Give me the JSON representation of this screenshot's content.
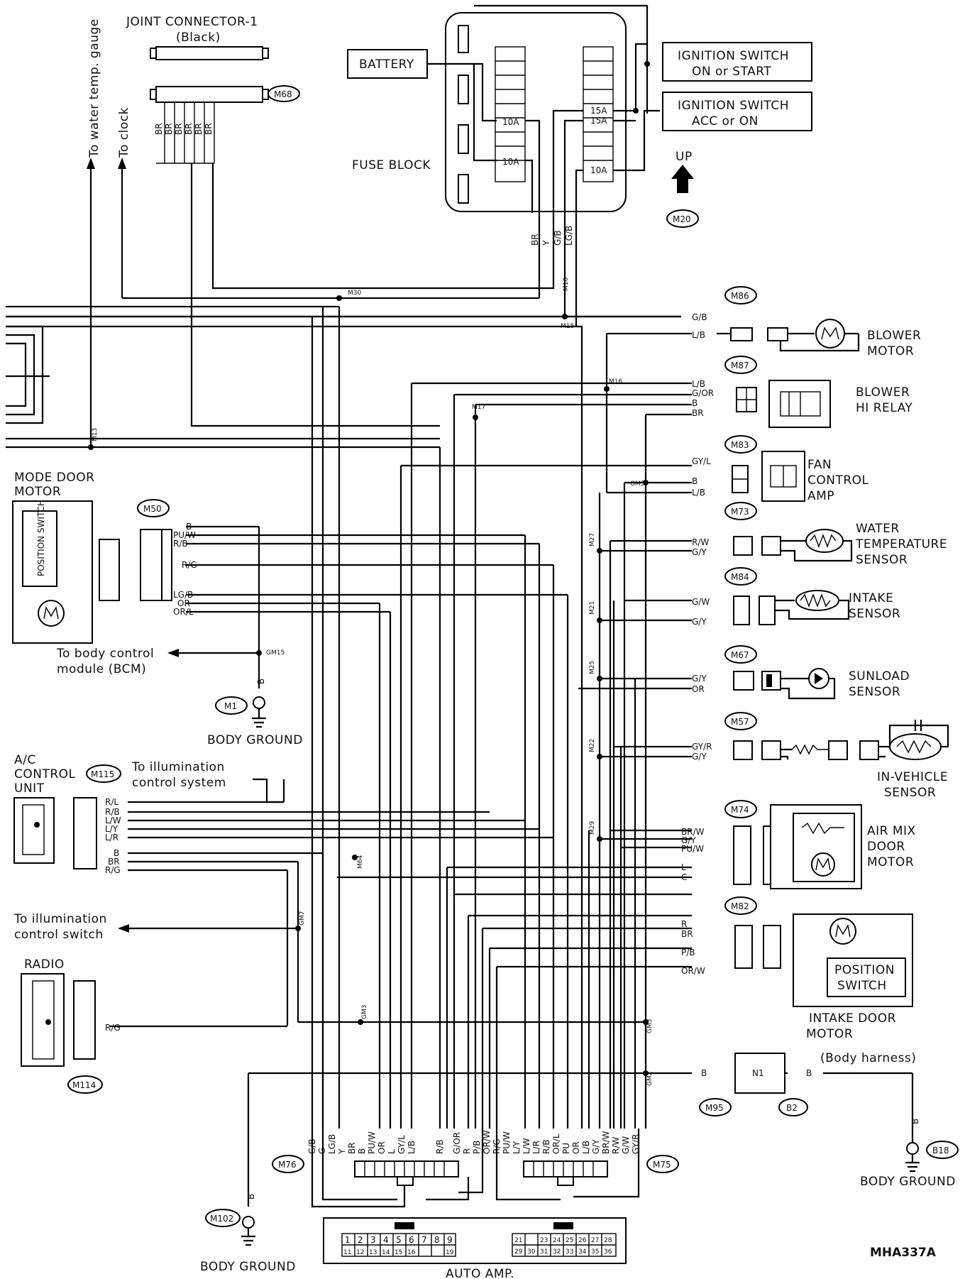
{
  "diagram_id": "MHA337A",
  "labels": {
    "joint_connector": "JOINT CONNECTOR-1",
    "joint_connector_color": "(Black)",
    "to_water_temp_gauge": "To water temp. gauge",
    "to_clock": "To clock",
    "battery": "BATTERY",
    "fuse_block": "FUSE BLOCK",
    "ign_on_start_1": "IGNITION SWITCH",
    "ign_on_start_2": "ON or START",
    "ign_acc_on_1": "IGNITION SWITCH",
    "ign_acc_on_2": "ACC or ON",
    "up": "UP",
    "blower_motor_1": "BLOWER",
    "blower_motor_2": "MOTOR",
    "blower_relay_1": "BLOWER",
    "blower_relay_2": "HI RELAY",
    "fan_amp_1": "FAN",
    "fan_amp_2": "CONTROL",
    "fan_amp_3": "AMP",
    "water_temp_1": "WATER",
    "water_temp_2": "TEMPERATURE",
    "water_temp_3": "SENSOR",
    "intake_sensor_1": "INTAKE",
    "intake_sensor_2": "SENSOR",
    "sunload_1": "SUNLOAD",
    "sunload_2": "SENSOR",
    "in_vehicle_1": "IN-VEHICLE",
    "in_vehicle_2": "SENSOR",
    "air_mix_1": "AIR MIX",
    "air_mix_2": "DOOR",
    "air_mix_3": "MOTOR",
    "position_switch_1": "POSITION",
    "position_switch_2": "SWITCH",
    "intake_door_1": "INTAKE DOOR",
    "intake_door_2": "MOTOR",
    "mode_door_1": "MODE DOOR",
    "mode_door_2": "MOTOR",
    "mode_position_switch": "POSITION SWITCH",
    "to_bcm_1": "To body control",
    "to_bcm_2": "module (BCM)",
    "body_ground": "BODY GROUND",
    "ac_unit_1": "A/C",
    "ac_unit_2": "CONTROL",
    "ac_unit_3": "UNIT",
    "to_illum_system_1": "To illumination",
    "to_illum_system_2": "control system",
    "to_illum_switch_1": "To illumination",
    "to_illum_switch_2": "control switch",
    "radio": "RADIO",
    "body_harness": "(Body harness)",
    "auto_amp": "AUTO AMP."
  },
  "connectors": {
    "m68": "M68",
    "m20": "M20",
    "m86": "M86",
    "m87": "M87",
    "m83": "M83",
    "m73": "M73",
    "m84": "M84",
    "m67": "M67",
    "m57": "M57",
    "m74": "M74",
    "m82": "M82",
    "m50": "M50",
    "m1": "M1",
    "m115": "M115",
    "m114": "M114",
    "m76": "M76",
    "m75": "M75",
    "m95": "M95",
    "b2": "B2",
    "b18": "B18",
    "m102": "M102",
    "n1": "N1"
  },
  "fuses": [
    "10A",
    "10A",
    "15A",
    "15A",
    "10A"
  ],
  "junctions": [
    "M30",
    "M16",
    "M15",
    "M16",
    "M17",
    "M13",
    "GM5",
    "M27",
    "M21",
    "M25",
    "M22",
    "M29",
    "GM15",
    "M64",
    "GM7",
    "GM3",
    "GM3",
    "GM2"
  ],
  "wires": {
    "jc": [
      "BR",
      "BR",
      "BR",
      "BR",
      "BR",
      "BR"
    ],
    "fuse": [
      "BR",
      "Y",
      "G/B",
      "LG/B"
    ],
    "m86": [
      "G/B",
      "L/B"
    ],
    "m87": [
      "L/B",
      "G/OR",
      "B",
      "BR"
    ],
    "m83": [
      "GY/L",
      "B",
      "L/B"
    ],
    "m73": [
      "R/W",
      "G/Y"
    ],
    "m84": [
      "G/W",
      "G/Y"
    ],
    "m67": [
      "G/Y",
      "OR"
    ],
    "m57": [
      "GY/R",
      "G/Y"
    ],
    "m74": [
      "BR/W",
      "G/Y",
      "PU/W",
      "L",
      "C"
    ],
    "m82": [
      "R",
      "BR",
      "P/B",
      "OR/W"
    ],
    "m50": [
      "B",
      "PU/W",
      "R/B",
      "R/G",
      "LG/B",
      "OR",
      "OR/L"
    ],
    "m115": [
      "R/L",
      "R/B",
      "L/W",
      "L/Y",
      "L/R",
      "B",
      "BR",
      "R/G"
    ],
    "radio": "R/G",
    "m1": "B",
    "m95": [
      "B",
      "B"
    ],
    "b18": "B",
    "m102": "B",
    "m76": [
      "G/B",
      "G",
      "LG/B",
      "Y",
      "BR",
      "B",
      "PU/W",
      "OR",
      "L",
      "GY/L",
      "L/B",
      "R/B",
      "G/OR",
      "R",
      "P/B",
      "OR/W"
    ],
    "m75": [
      "R/G",
      "PU/W",
      "L/Y",
      "L/W",
      "L/R",
      "R/B",
      "OR/L",
      "PU",
      "OR",
      "L/B",
      "G/Y",
      "BR/W",
      "R/W",
      "G/W",
      "GY/R"
    ]
  },
  "auto_amp_pins": {
    "row1_left": [
      "1",
      "2",
      "3",
      "4",
      "5",
      "6",
      "7",
      "8",
      "9"
    ],
    "row2_left": [
      "11",
      "12",
      "13",
      "14",
      "15",
      "16",
      "",
      "",
      "19"
    ],
    "row1_right": [
      "21",
      "",
      "23",
      "24",
      "25",
      "26",
      "27",
      "28"
    ],
    "row2_right": [
      "29",
      "30",
      "31",
      "32",
      "33",
      "34",
      "35",
      "36"
    ]
  }
}
